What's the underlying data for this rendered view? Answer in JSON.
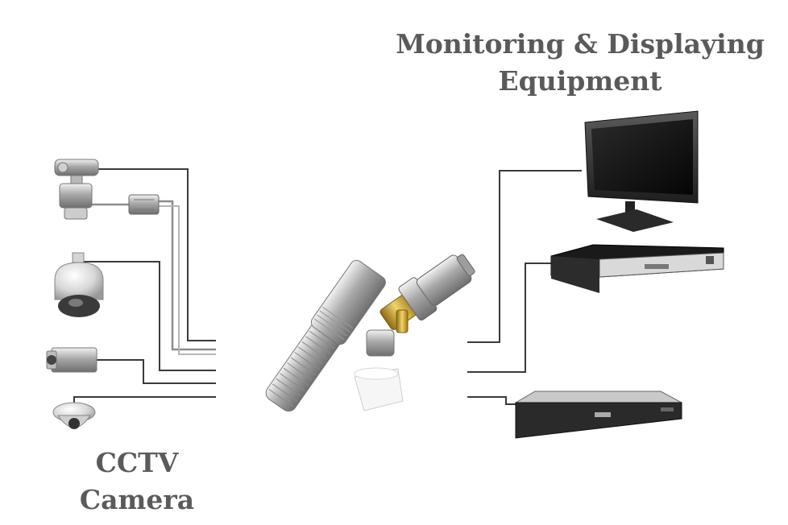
{
  "labels": {
    "display_title_line1": "Monitoring & Displaying",
    "display_title_line2": "Equipment",
    "camera_title_line1": "CCTV",
    "camera_title_line2": "Camera"
  }
}
